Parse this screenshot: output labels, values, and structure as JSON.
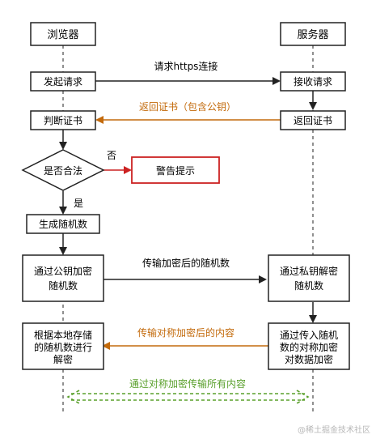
{
  "colors": {
    "stroke": "#222222",
    "orange": "#c36a0b",
    "red": "#cc2222",
    "green": "#5aa02c",
    "watermark": "#b7b7b7"
  },
  "lanes": {
    "browser": "浏览器",
    "server": "服务器"
  },
  "browser_steps": {
    "initiate": "发起请求",
    "check_cert": "判断证书",
    "is_valid": "是否合法",
    "warning": "警告提示",
    "gen_random": "生成随机数",
    "encrypt_random": [
      "通过公钥加密",
      "随机数"
    ],
    "decrypt_content": [
      "根据本地存储",
      "的随机数进行",
      "解密"
    ]
  },
  "server_steps": {
    "receive": "接收请求",
    "return_cert": "返回证书",
    "decrypt_random": [
      "通过私钥解密",
      "随机数"
    ],
    "encrypt_content": [
      "通过传入随机",
      "数的对称加密",
      "对数据加密"
    ]
  },
  "branches": {
    "no": "否",
    "yes": "是"
  },
  "messages": {
    "request_https": "请求https连接",
    "return_cert": "返回证书（包含公钥）",
    "send_encrypted_random": "传输加密后的随机数",
    "send_encrypted_content": "传输对称加密后的内容",
    "all_content": "通过对称加密传输所有内容"
  },
  "watermark": "@稀土掘金技术社区"
}
